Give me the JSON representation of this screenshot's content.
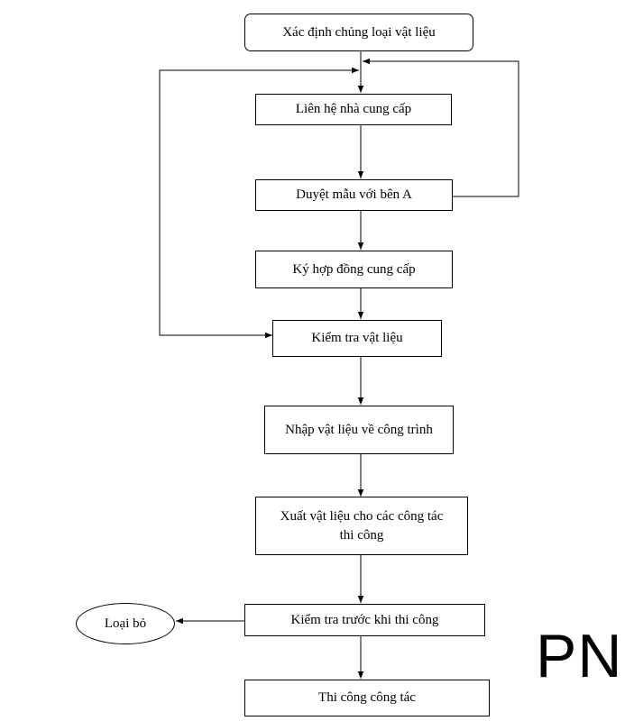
{
  "flowchart": {
    "start": "Xác định chủng loại vật liệu",
    "contact_supplier": "Liên hệ nhà cung cấp",
    "approve_sample": "Duyệt mẫu với bên A",
    "sign_contract": "Ký hợp đồng cung cấp",
    "inspect_material": "Kiểm tra vật liệu",
    "import_material": "Nhập vật liệu về công trình",
    "export_material": "Xuất vật liệu cho các công tác thi công",
    "pre_construction_check": "Kiểm tra trước khi thi công",
    "construction": "Thi công công tác",
    "reject": "Loại bỏ"
  },
  "watermark": "PN"
}
